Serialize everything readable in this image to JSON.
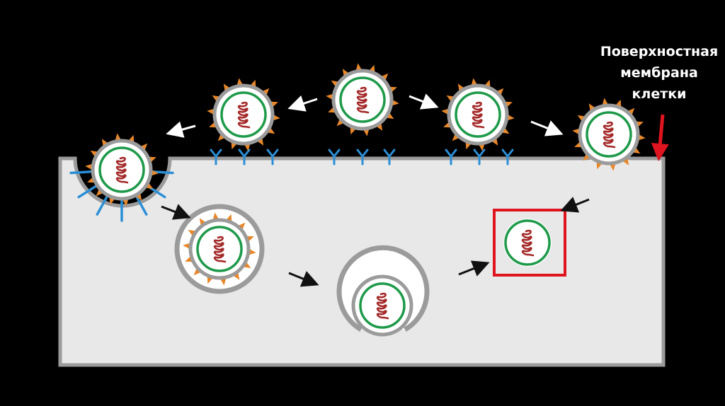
{
  "label": {
    "lines": [
      "Поверхностная",
      "мембрана",
      "клетки"
    ]
  },
  "colors": {
    "background": "#000000",
    "cytoplasm": "#e8e8e8",
    "membrane": "#9b9b9b",
    "spike": "#e8872a",
    "capsid": "#1e9a4a",
    "genome": "#a52a2a",
    "receptor": "#2a8fd6",
    "highlight": "#e0141e"
  }
}
